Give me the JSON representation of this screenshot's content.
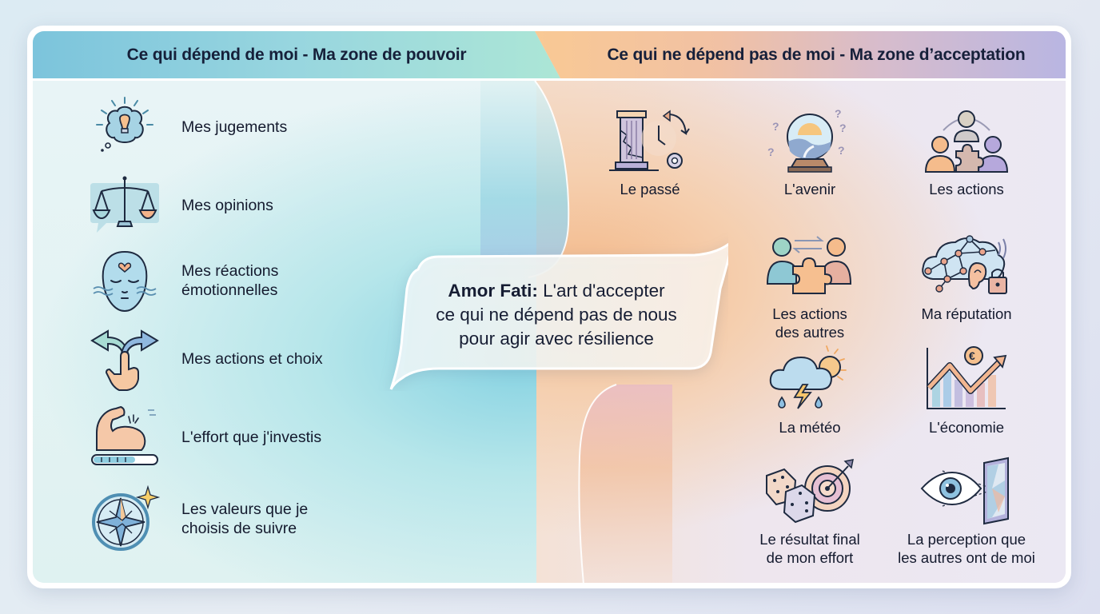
{
  "headers": {
    "left": "Ce qui dépend de moi - Ma zone de pouvoir",
    "right": "Ce qui ne dépend pas de moi - Ma zone d’acceptation"
  },
  "left_items": [
    {
      "label": "Mes jugements",
      "icon": "brain-lightbulb-icon"
    },
    {
      "label": "Mes opinions",
      "icon": "scales-icon"
    },
    {
      "label": "Mes réactions émotionnelles",
      "line1": "Mes réactions",
      "line2": "émotionnelles",
      "icon": "calm-face-heart-icon"
    },
    {
      "label": "Mes actions et choix",
      "icon": "hand-choice-arrows-icon"
    },
    {
      "label": "L'effort que j'investis",
      "icon": "flexed-arm-progress-icon"
    },
    {
      "label": "Les valeurs que je choisis de suivre",
      "line1": "Les valeurs que je",
      "line2": "choisis de suivre",
      "icon": "compass-star-icon"
    }
  ],
  "banner": {
    "bold": "Amor Fati:",
    "line1_rest": " L'art d'accepter",
    "line2": "ce qui ne dépend pas de nous",
    "line3": "pour agir avec résilience"
  },
  "right_items": [
    {
      "label": "Le passé",
      "icon": "broken-column-clock-icon"
    },
    {
      "label": "L'avenir",
      "icon": "crystal-ball-icon"
    },
    {
      "label": "Les actions",
      "icon": "people-puzzle-icon"
    },
    {
      "label": "Les actions des autres",
      "line1": "Les actions",
      "line2": "des autres",
      "icon": "two-people-puzzle-icon"
    },
    {
      "label": "Ma réputation",
      "icon": "network-ear-lock-icon"
    },
    {
      "label": "La météo",
      "icon": "storm-cloud-sun-icon"
    },
    {
      "label": "L'économie",
      "icon": "euro-chart-icon"
    },
    {
      "label": "Le résultat final de mon effort",
      "line1": "Le résultat final",
      "line2": "de mon effort",
      "icon": "dice-target-icon"
    },
    {
      "label": "La perception que les autres ont de moi",
      "line1": "La perception que",
      "line2": "les autres ont de moi",
      "icon": "eye-mirror-icon"
    }
  ],
  "colors": {
    "left_header": "#8dcfde",
    "right_header_start": "#f9c994",
    "right_header_end": "#b9b6e2",
    "text": "#141a2e"
  }
}
